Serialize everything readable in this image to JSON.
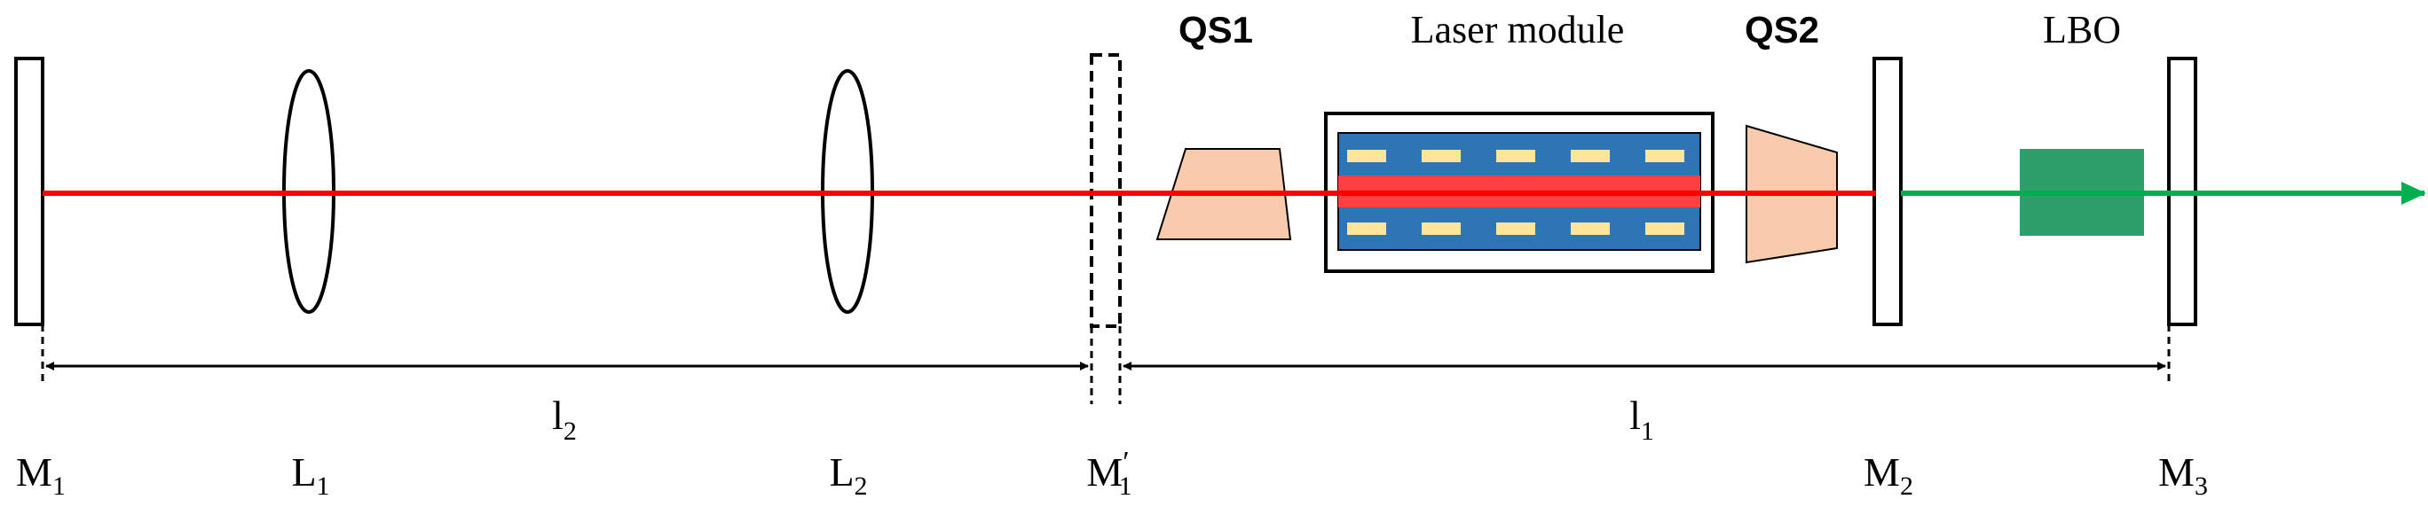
{
  "labels": {
    "qs1": "QS1",
    "laser_module": "Laser module",
    "qs2": "QS2",
    "lbo": "LBO",
    "l2": {
      "base": "l",
      "sub": "2"
    },
    "l1": {
      "base": "l",
      "sub": "1"
    },
    "m1": {
      "base": "M",
      "sub": "1"
    },
    "lens1": {
      "base": "L",
      "sub": "1"
    },
    "lens2": {
      "base": "L",
      "sub": "2"
    },
    "m1_prime": {
      "base": "M",
      "prime": "′",
      "sub": "1"
    },
    "m2": {
      "base": "M",
      "sub": "2"
    },
    "m3": {
      "base": "M",
      "sub": "3"
    }
  },
  "colors": {
    "beam_red": "#ff0000",
    "beam_green": "#00b050",
    "crystal_peach": "#f8cbad",
    "rod_blue": "#2e75b6",
    "rod_core_red": "#ff4040",
    "diode_yellow": "#ffe699",
    "lbo_green": "#2e9e6b"
  }
}
